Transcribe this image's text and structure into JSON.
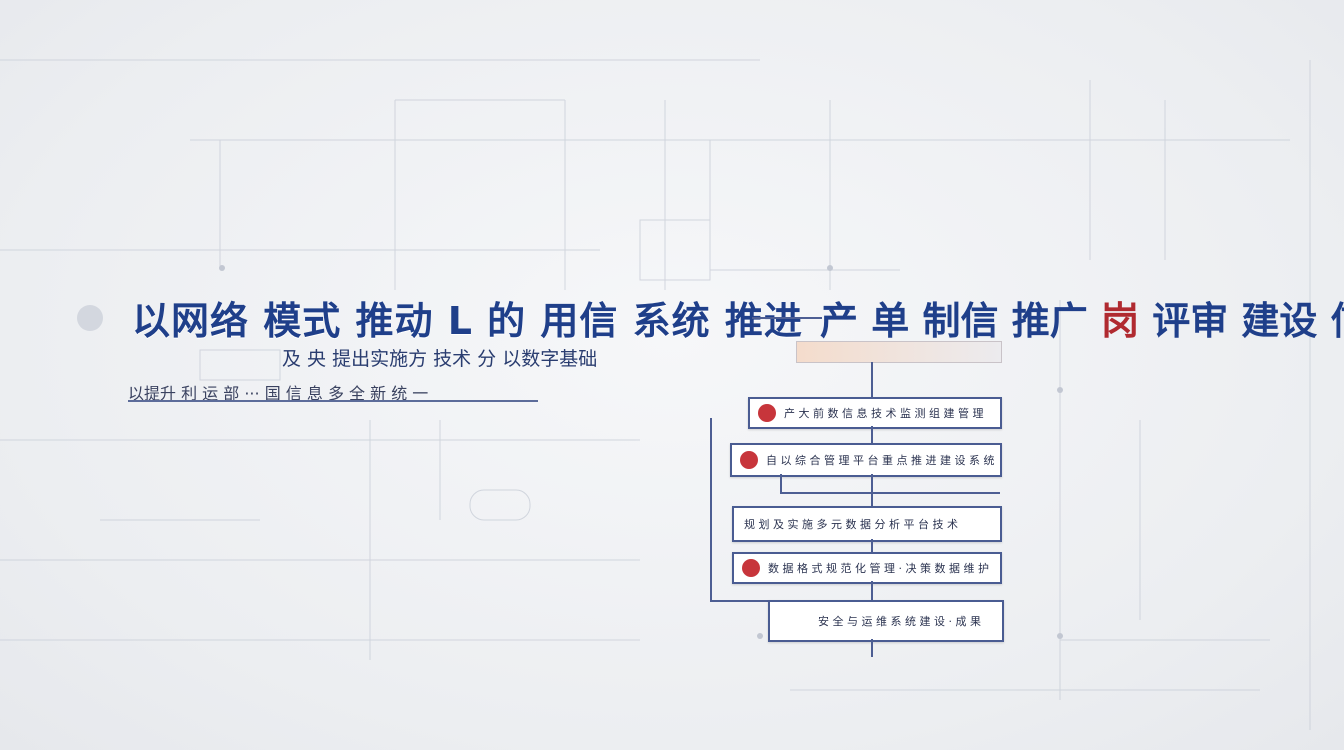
{
  "headline": {
    "left": "以网络 模式 推动 L 的 用信 系统 推进",
    "right": "产 单 制信 推广",
    "right_accent": "岗",
    "right_tail": "评审 建设 信息"
  },
  "subtitle": "及 央 提出实施方 技术 分 以数字基础",
  "caption": "以提升 利 运 部 ··· 国 信 息 多 全 新 统 一",
  "flow": {
    "top_bar": "",
    "boxes": [
      {
        "label": "产 大 前 数 信 息 技 术 监 测 组 建 管 理",
        "badge": true
      },
      {
        "label": "自 以 综 合 管 理 平 台 重 点 推 进 建 设 系 统",
        "badge": true
      },
      {
        "label": "规 划 及 实 施 多 元 数 据 分 析 平 台 技 术",
        "badge": false
      },
      {
        "label": "数 据 格 式 规 范 化 管 理 · 决 策 数 据 维 护",
        "badge": true
      },
      {
        "label": "安 全 与 运 维 系 统 建 设 · 成 果",
        "badge": false
      }
    ]
  },
  "colors": {
    "primary": "#1f3f8a",
    "accent": "#b02a30",
    "line": "#4d5e93",
    "background": "#eef0f3"
  }
}
